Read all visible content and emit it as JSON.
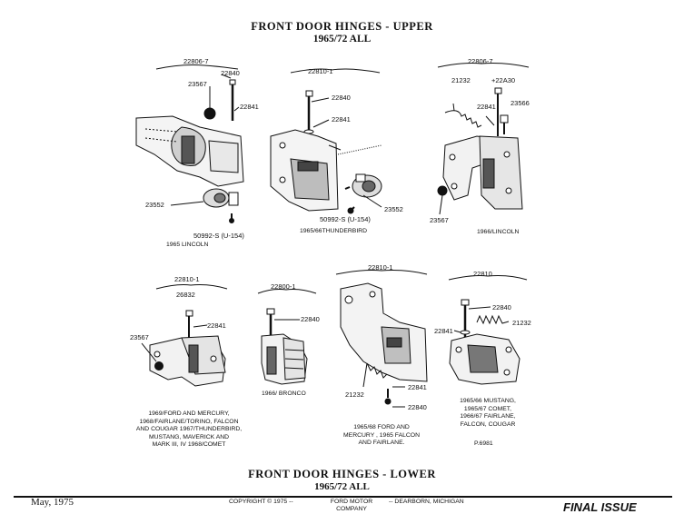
{
  "header": {
    "title": "FRONT DOOR HINGES - UPPER",
    "subtitle": "1965/72 ALL"
  },
  "figures": [
    {
      "id": "fig1",
      "assembly": "22806-7",
      "parts": [
        "22840",
        "23567",
        "22841",
        "23552",
        "50992-S (U-154)"
      ],
      "caption": "1965 LINCOLN"
    },
    {
      "id": "fig2",
      "assembly": "22810-1",
      "parts": [
        "22840",
        "22841",
        "50992-S (U-154)",
        "23552"
      ],
      "caption": "1965/66THUNDERBIRD"
    },
    {
      "id": "fig3",
      "assembly": "22806-7",
      "parts": [
        "21232",
        "+22A30",
        "22841",
        "23566",
        "23567"
      ],
      "caption": "1966/LINCOLN"
    },
    {
      "id": "fig4",
      "assembly": "22810-1",
      "parts": [
        "26832",
        "22841",
        "23567"
      ],
      "caption_lines": [
        "1969/FORD AND MERCURY,",
        "1968/FAIRLANE/TORINO, FALCON",
        "AND COUGAR 1967/THUNDERBIRD,",
        "MUSTANG, MAVERICK AND",
        "MARK III, IV 1968/COMET"
      ]
    },
    {
      "id": "fig5",
      "assembly": "22800-1",
      "parts": [
        "22840"
      ],
      "caption": "1966/ BRONCO"
    },
    {
      "id": "fig6",
      "assembly": "22810-1",
      "parts": [
        "21232",
        "22841",
        "22840"
      ],
      "caption_lines": [
        "1965/68 FORD AND",
        "MERCURY , 1965 FALCON",
        "AND FAIRLANE."
      ]
    },
    {
      "id": "fig7",
      "assembly": "22810",
      "parts": [
        "22840",
        "21232",
        "22841"
      ],
      "caption_lines": [
        "1965/66 MUSTANG,",
        "1965/67 COMET,",
        "1966/67 FAIRLANE,",
        "FALCON, COUGAR"
      ],
      "page_ref": "P.6981"
    }
  ],
  "section_footer": {
    "title": "FRONT DOOR HINGES - LOWER",
    "subtitle": "1965/72 ALL"
  },
  "footer": {
    "date": "May, 1975",
    "copyright": "COPYRIGHT © 1975 --",
    "company_line1": "FORD MOTOR",
    "company_line2": "COMPANY",
    "location": "-- DEARBORN, MICHIGAN",
    "status": "FINAL ISSUE"
  }
}
